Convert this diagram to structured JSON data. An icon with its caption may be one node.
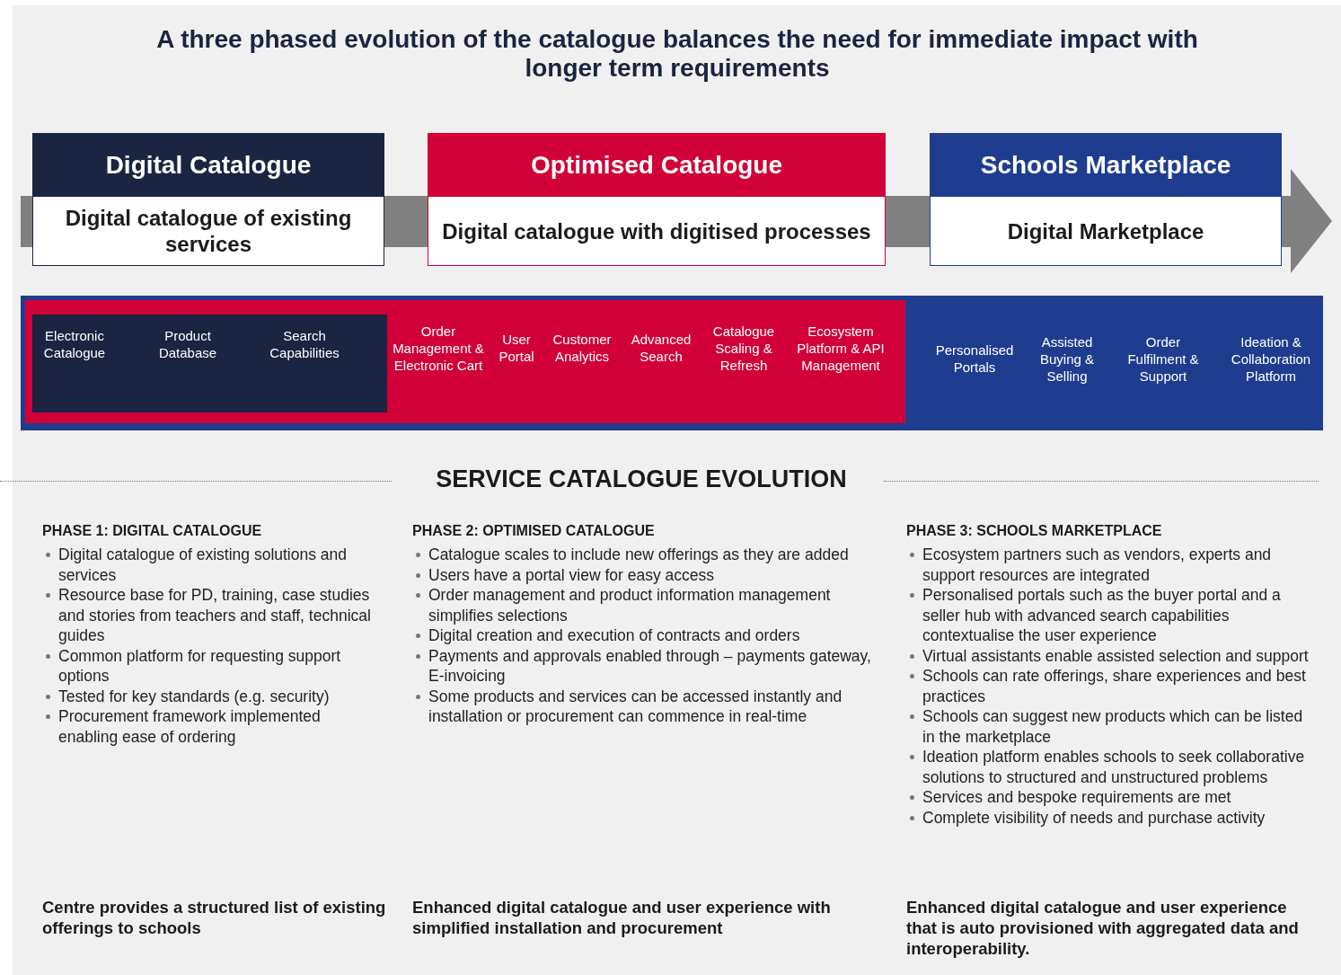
{
  "diagram": {
    "title": "A three phased evolution of the catalogue balances the need for immediate impact with longer term requirements",
    "nodes": [
      {
        "text": [
          "Digital Catalogue",
          "Digital catalogue of existing services"
        ]
      },
      {
        "text": [
          "Optimised Catalogue",
          "Digital catalogue with digitised processes"
        ]
      },
      {
        "text": [
          "Schools Marketplace",
          "Digital Marketplace"
        ]
      },
      {
        "text": [
          "Personalised Portals",
          "Assisted Buying & Selling",
          "Order Fulfilment & Support",
          "Ideation & Collaboration Platform"
        ]
      },
      {
        "text": [
          "Order Management & Electronic Cart",
          "User Portal",
          "Customer Analytics",
          "Advanced Search",
          "Catalogue Scaling & Refresh",
          "Ecosystem Platform & API Management"
        ],
        "in": 3
      },
      {
        "text": [
          "Electronic Catalogue",
          "Product Database",
          "Search Capabilities"
        ],
        "in": 4
      }
    ],
    "edges": [],
    "labels": [
      "SERVICE CATALOGUE EVOLUTION",
      "PHASE 1: DIGITAL CATALOGUE",
      "Digital catalogue of existing solutions and services",
      "Resource base for PD, training, case studies and stories from teachers and staff, technical guides",
      "Common platform for requesting support options",
      "Tested for key standards (e.g. security)",
      "Procurement framework implemented enabling ease of ordering",
      "Centre provides a structured list of existing offerings to schools",
      "PHASE 2: OPTIMISED CATALOGUE",
      "Catalogue scales to include new offerings as they are added",
      "Users have a portal view for easy access",
      "Order management and product information management simplifies selections",
      "Digital creation and execution of contracts and orders",
      "Payments and approvals enabled through – payments gateway, E-invoicing",
      "Some products and services can be accessed instantly and installation or procurement can commence in real-time",
      "Enhanced digital catalogue and user experience with simplified installation and procurement",
      "PHASE 3: SCHOOLS MARKETPLACE",
      "Ecosystem partners such as vendors, experts and support resources are integrated",
      "Personalised portals such as the buyer portal and a seller hub with advanced search capabilities contextualise the user experience",
      "Virtual assistants enable assisted selection and support",
      "Schools can rate offerings, share experiences and best practices",
      "Schools can suggest new products which can be listed in the marketplace",
      "Ideation platform enables schools to seek collaborative solutions to structured and unstructured problems",
      "Services and bespoke requirements are met",
      "Complete visibility of needs and purchase activity",
      "Enhanced digital catalogue and user experience that is auto provisioned with aggregated data and interoperability."
    ]
  }
}
